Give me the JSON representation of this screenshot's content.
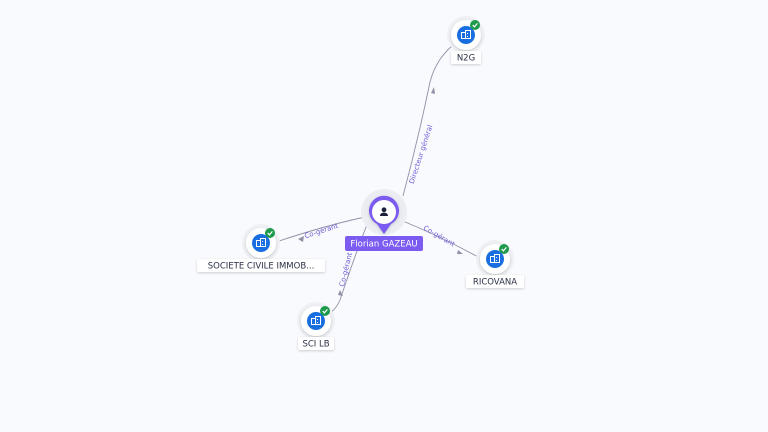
{
  "colors": {
    "background": "#f9fafd",
    "edge": "#8f90a6",
    "edge_label": "#6b5fd6",
    "person_accent": "#7c5cf0",
    "company_icon": "#1a6fe0",
    "verified_badge": "#1d9a4b"
  },
  "person": {
    "name": "Florian GAZEAU",
    "icon": "user-icon"
  },
  "companies": [
    {
      "id": "n2g",
      "name": "N2G",
      "icon": "building-icon",
      "verified": true
    },
    {
      "id": "sci-immob",
      "name": "SOCIETE CIVILE IMMOB...",
      "icon": "building-icon",
      "verified": true
    },
    {
      "id": "ricovana",
      "name": "RICOVANA",
      "icon": "building-icon",
      "verified": true
    },
    {
      "id": "sci-lb",
      "name": "SCI LB",
      "icon": "building-icon",
      "verified": true
    }
  ],
  "relations": [
    {
      "to": "n2g",
      "label": "Directeur général"
    },
    {
      "to": "sci-immob",
      "label": "Co-gérant"
    },
    {
      "to": "ricovana",
      "label": "Co-gérant"
    },
    {
      "to": "sci-lb",
      "label": "Co-gérant"
    }
  ]
}
